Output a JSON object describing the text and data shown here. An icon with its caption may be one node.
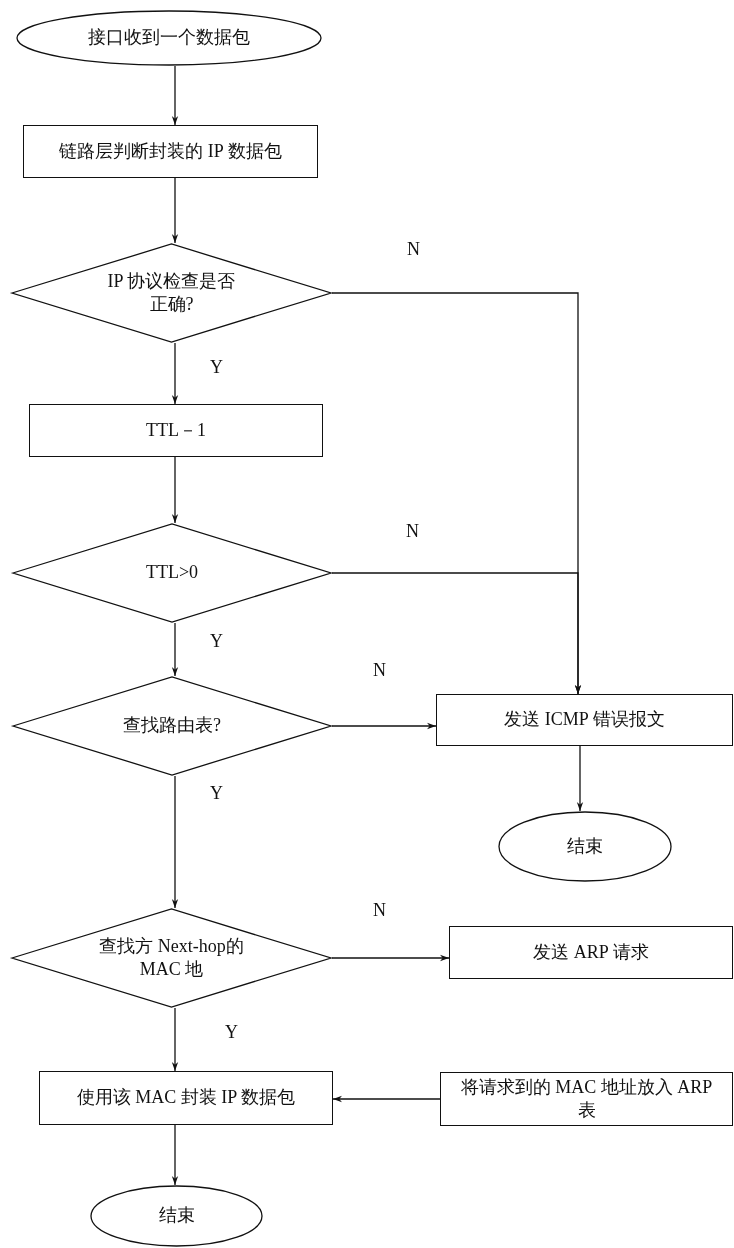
{
  "diagram": {
    "nodes": [
      {
        "text": [
          "接口收到一个数据包"
        ]
      },
      {
        "text": [
          "链路层判断封装的 IP 数据包"
        ]
      },
      {
        "text": [
          "IP 协议检查是否正确?"
        ]
      },
      {
        "text": [
          "TTL－1"
        ]
      },
      {
        "text": [
          "TTL>0"
        ]
      },
      {
        "text": [
          "查找路由表?"
        ]
      },
      {
        "text": [
          "发送 ICMP 错误报文"
        ]
      },
      {
        "text": [
          "结束"
        ]
      },
      {
        "text": [
          "查找方 Next-hop的 MAC 地"
        ]
      },
      {
        "text": [
          "发送 ARP 请求"
        ]
      },
      {
        "text": [
          "使用该 MAC 封装 IP 数据包"
        ]
      },
      {
        "text": [
          "将请求到的 MAC 地址放入 ARP 表"
        ]
      },
      {
        "text": [
          "结束"
        ]
      }
    ],
    "edges": [
      {
        "from": 0,
        "to": 1,
        "arrow": "to"
      },
      {
        "from": 1,
        "to": 2,
        "arrow": "to"
      },
      {
        "from": 2,
        "to": 3,
        "arrow": "to",
        "label": "Y"
      },
      {
        "from": 2,
        "to": 6,
        "arrow": "to",
        "label": "N"
      },
      {
        "from": 3,
        "to": 4,
        "arrow": "to"
      },
      {
        "from": 4,
        "to": 6,
        "arrow": "to",
        "label": "N"
      },
      {
        "from": 4,
        "to": 5,
        "arrow": "to",
        "label": "Y"
      },
      {
        "from": 5,
        "to": 6,
        "arrow": "to",
        "label": "N"
      },
      {
        "from": 5,
        "to": 8,
        "arrow": "to",
        "label": "Y"
      },
      {
        "from": 6,
        "to": 7,
        "arrow": "to"
      },
      {
        "from": 8,
        "to": 9,
        "arrow": "to",
        "label": "N"
      },
      {
        "from": 8,
        "to": 10,
        "arrow": "to",
        "label": "Y"
      },
      {
        "from": 11,
        "to": 10,
        "arrow": "to"
      },
      {
        "from": 10,
        "to": 12,
        "arrow": "to"
      }
    ]
  }
}
